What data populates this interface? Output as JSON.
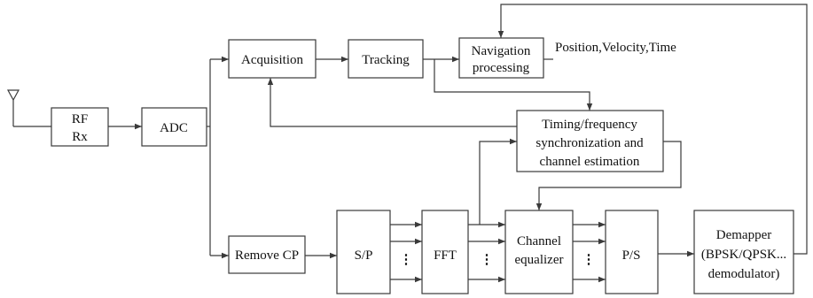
{
  "blocks": {
    "rf_rx": [
      "RF",
      "Rx"
    ],
    "adc": "ADC",
    "acquisition": "Acquisition",
    "tracking": "Tracking",
    "navigation": [
      "Navigation",
      "processing"
    ],
    "pvt_output": "Position,Velocity,Time",
    "sync": [
      "Timing/frequency",
      "synchronization and",
      "channel estimation"
    ],
    "remove_cp": "Remove CP",
    "sp": "S/P",
    "fft": "FFT",
    "equalizer": [
      "Channel",
      "equalizer"
    ],
    "ps": "P/S",
    "demapper": [
      "Demapper",
      "(BPSK/QPSK...",
      "demodulator)"
    ]
  },
  "ellipsis": "⋮",
  "colors": {
    "line": "#3a3a3a",
    "text": "#111111",
    "background": "#ffffff"
  }
}
